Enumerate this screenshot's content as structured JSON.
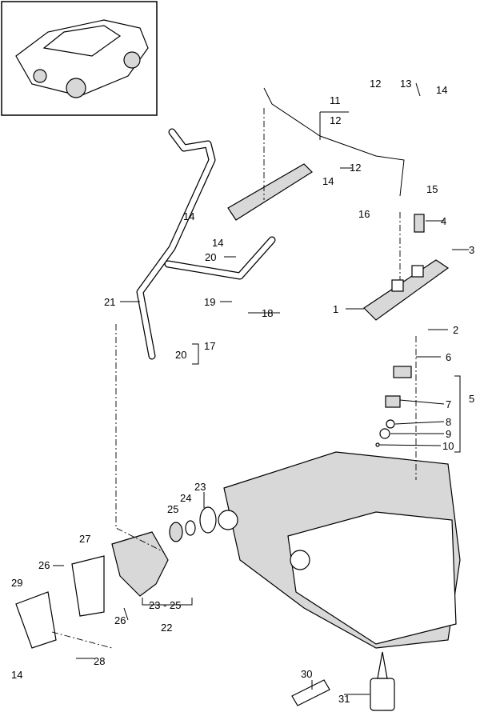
{
  "labels": {
    "l1": "1",
    "l2": "2",
    "l3": "3",
    "l4": "4",
    "l5": "5",
    "l6": "6",
    "l7": "7",
    "l8": "8",
    "l9": "9",
    "l10": "10",
    "l11": "11",
    "l12a": "12",
    "l12b": "12",
    "l12c": "12",
    "l13": "13",
    "l14a": "14",
    "l14b": "14",
    "l14c": "14",
    "l14d": "14",
    "l14e": "14",
    "l15": "15",
    "l16": "16",
    "l17": "17",
    "l18": "18",
    "l19": "19",
    "l20a": "20",
    "l20b": "20",
    "l21": "21",
    "l22": "22",
    "l23": "23",
    "l23_25": "23 - 25",
    "l24": "24",
    "l25": "25",
    "l26a": "26",
    "l26b": "26",
    "l27": "27",
    "l28": "28",
    "l29": "29",
    "l30": "30",
    "l31": "31"
  }
}
